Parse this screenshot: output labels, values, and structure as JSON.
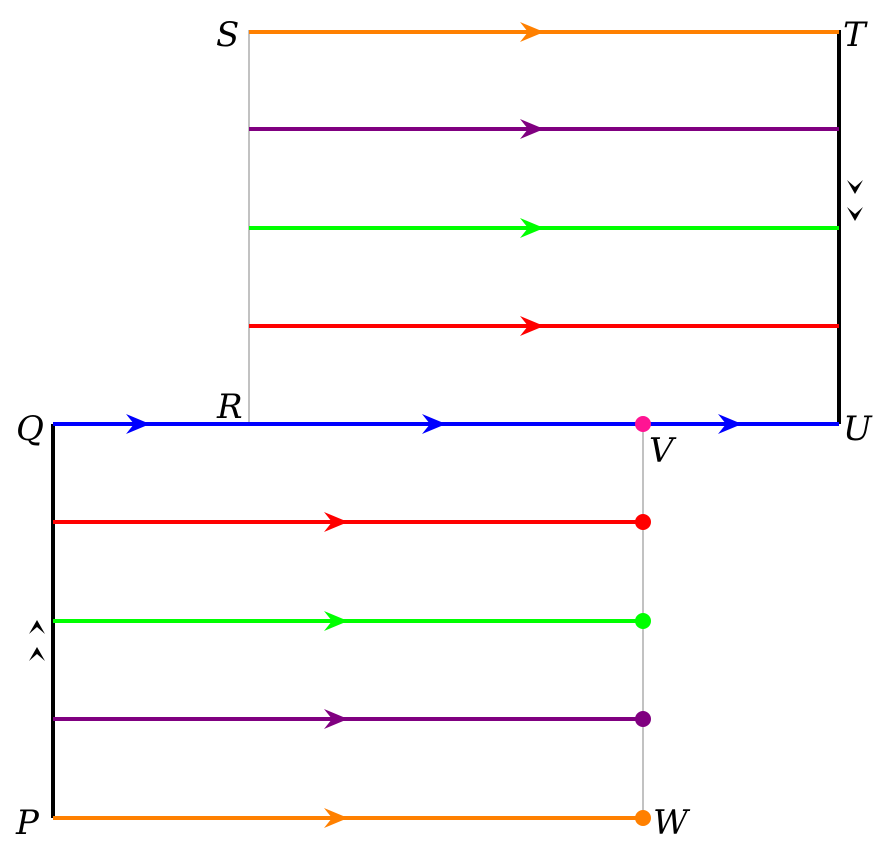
{
  "labels": {
    "S": "S",
    "T": "T",
    "Q": "Q",
    "R": "R",
    "U": "U",
    "V": "V",
    "P": "P",
    "W": "W"
  },
  "colors": {
    "orange": "#ff8000",
    "purple": "#800080",
    "green": "#00ff00",
    "red": "#ff0000",
    "blue": "#0000ff",
    "magenta": "#ff1493",
    "black": "#000000",
    "gray": "#999999"
  },
  "icons": {
    "arrowhead": "arrowhead-icon",
    "double_arrow": "double-chevron-icon",
    "endpoint": "dot-icon"
  }
}
